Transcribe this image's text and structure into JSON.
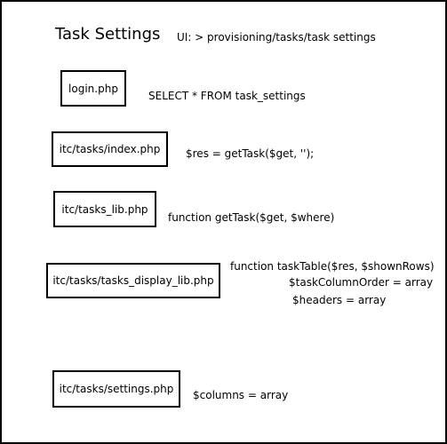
{
  "title": "Task Settings",
  "subtitle": "UI: > provisioning/tasks/task settings",
  "colors": {
    "border": "#000000",
    "background": "#ffffff",
    "text": "#000000"
  },
  "boxes": [
    {
      "label": "login.php",
      "notes": [
        "SELECT * FROM task_settings"
      ]
    },
    {
      "label": "itc/tasks/index.php",
      "notes": [
        "$res = getTask($get, '');"
      ]
    },
    {
      "label": "itc/tasks_lib.php",
      "notes": [
        "function getTask($get, $where)"
      ]
    },
    {
      "label": "itc/tasks/tasks_display_lib.php",
      "notes": [
        "function taskTable($res, $shownRows)",
        "$taskColumnOrder = array",
        "$headers = array"
      ]
    },
    {
      "label": "itc/tasks/settings.php",
      "notes": [
        "$columns = array"
      ]
    }
  ]
}
